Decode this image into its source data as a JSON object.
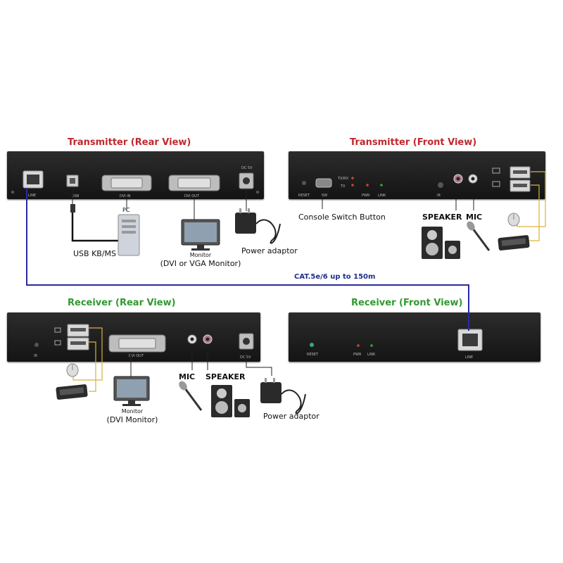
{
  "titles": {
    "tx_rear": "Transmitter (Rear View)",
    "tx_front": "Transmitter (Front View)",
    "rx_rear": "Receiver (Rear View)",
    "rx_front": "Receiver (Front View)"
  },
  "tx_rear_labels": {
    "line": "LINE",
    "usb": "USB",
    "dvi_in": "DVI IN",
    "dvi_out": "DVI OUT",
    "dc": "DC 5V"
  },
  "tx_front_labels": {
    "reset": "RESET",
    "sw": "SW",
    "tx_rx": "TX/RX",
    "tx": "TX",
    "pwr": "PWR",
    "link": "LINK",
    "ir": "IR"
  },
  "rx_rear_labels": {
    "ir": "IR",
    "dvi_out": "DVI OUT",
    "dc": "DC 5V"
  },
  "rx_front_labels": {
    "reset": "RESET",
    "pwr": "PWR",
    "link": "LINK",
    "line": "LINE"
  },
  "captions": {
    "pc": "PC",
    "usb_kbms": "USB KB/MS",
    "monitor": "Monitor",
    "dvi_vga_monitor": "(DVI or VGA Monitor)",
    "power_adaptor": "Power adaptor",
    "console_switch": "Console Switch Button",
    "speaker": "SPEAKER",
    "mic": "MIC",
    "cable": "CAT.5e/6 up to 150m",
    "rx_monitor": "Monitor",
    "dvi_monitor": "(DVI Monitor)",
    "rx_mic": "MIC",
    "rx_speaker": "SPEAKER",
    "rx_power_adaptor": "Power adaptor"
  },
  "colors": {
    "transmitter_title": "#c0282d",
    "receiver_title": "#2f9a2f",
    "cable_line": "#2a2aa0",
    "usb_link_line": "#d9b23a",
    "panel": "#1c1c1c"
  }
}
